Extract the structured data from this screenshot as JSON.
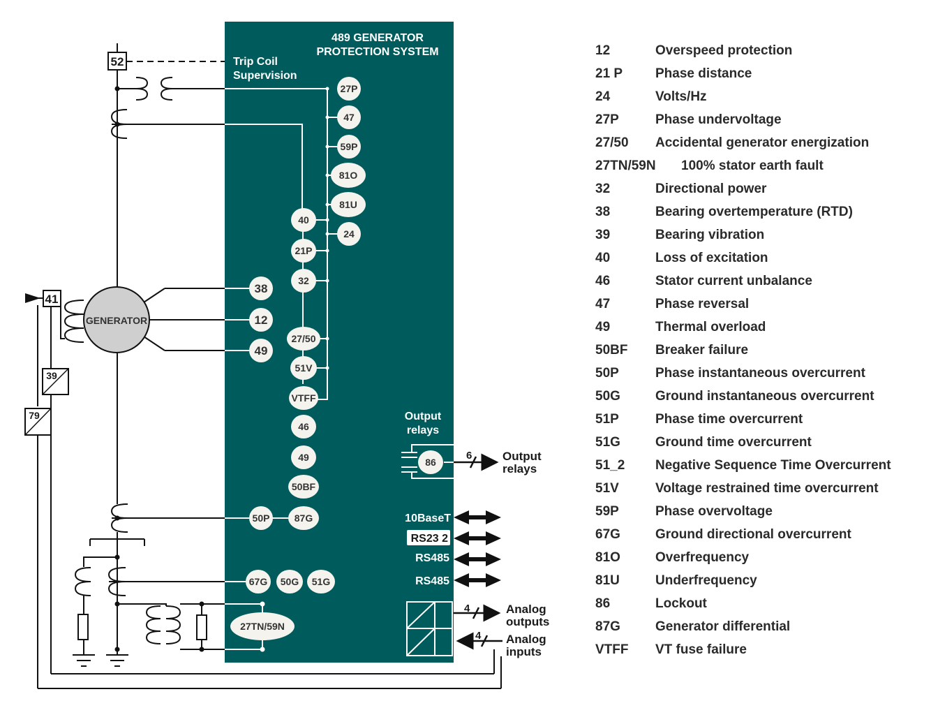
{
  "panel": {
    "title_line1": "489 GENERATOR",
    "title_line2": "PROTECTION SYSTEM",
    "trip_coil_line1": "Trip Coil",
    "trip_coil_line2": "Supervision",
    "output_relays_line1": "Output",
    "output_relays_line2": "relays",
    "color": "#005c5c"
  },
  "generator": {
    "label": "GENERATOR",
    "fill": "#cfcfcf"
  },
  "boxes": {
    "b52": "52",
    "b41": "41",
    "b39": "39",
    "b79": "79"
  },
  "devices": {
    "d27p": "27P",
    "d47": "47",
    "d59p": "59P",
    "d81o": "81O",
    "d81u": "81U",
    "d24": "24",
    "d40": "40",
    "d21p": "21P",
    "d32": "32",
    "d2750": "27/50",
    "d51v": "51V",
    "dvtff": "VTFF",
    "d46": "46",
    "d49": "49",
    "d50bf": "50BF",
    "d87g": "87G",
    "d50p": "50P",
    "d67g": "67G",
    "d50g": "50G",
    "d51g": "51G",
    "d27tn": "27TN/59N",
    "d38": "38",
    "d12": "12",
    "d49b": "49",
    "d86": "86"
  },
  "comms": {
    "c1": "10BaseT",
    "c2": "RS23 2",
    "c3": "RS485",
    "c4": "RS485"
  },
  "external": {
    "relays_count": "6",
    "output_relays_line1": "Output",
    "output_relays_line2": "relays",
    "analog_out_count": "4",
    "analog_outputs_line1": "Analog",
    "analog_outputs_line2": "outputs",
    "analog_in_count": "4",
    "analog_inputs_line1": "Analog",
    "analog_inputs_line2": "inputs"
  },
  "legend": [
    {
      "code": "12",
      "desc": "Overspeed protection"
    },
    {
      "code": "21 P",
      "desc": "Phase distance"
    },
    {
      "code": "24",
      "desc": "Volts/Hz"
    },
    {
      "code": "27P",
      "desc": "Phase undervoltage"
    },
    {
      "code": "27/50",
      "desc": "Accidental generator energization"
    },
    {
      "code": "27TN/59N",
      "desc": "100% stator earth fault"
    },
    {
      "code": "32",
      "desc": "Directional power"
    },
    {
      "code": "38",
      "desc": "Bearing overtemperature (RTD)"
    },
    {
      "code": "39",
      "desc": "Bearing vibration"
    },
    {
      "code": "40",
      "desc": "Loss of excitation"
    },
    {
      "code": "46",
      "desc": "Stator current unbalance"
    },
    {
      "code": "47",
      "desc": "Phase reversal"
    },
    {
      "code": "49",
      "desc": "Thermal overload"
    },
    {
      "code": "50BF",
      "desc": "Breaker failure"
    },
    {
      "code": "50P",
      "desc": "Phase instantaneous overcurrent"
    },
    {
      "code": "50G",
      "desc": "Ground instantaneous overcurrent"
    },
    {
      "code": "51P",
      "desc": "Phase time overcurrent"
    },
    {
      "code": "51G",
      "desc": "Ground time overcurrent"
    },
    {
      "code": "51_2",
      "desc": "Negative Sequence Time Overcurrent"
    },
    {
      "code": "51V",
      "desc": "Voltage restrained time overcurrent"
    },
    {
      "code": "59P",
      "desc": "Phase overvoltage"
    },
    {
      "code": "67G",
      "desc": "Ground directional overcurrent"
    },
    {
      "code": "81O",
      "desc": "Overfrequency"
    },
    {
      "code": "81U",
      "desc": "Underfrequency"
    },
    {
      "code": "86",
      "desc": "Lockout"
    },
    {
      "code": "87G",
      "desc": "Generator differential"
    },
    {
      "code": "VTFF",
      "desc": "VT fuse failure"
    }
  ]
}
